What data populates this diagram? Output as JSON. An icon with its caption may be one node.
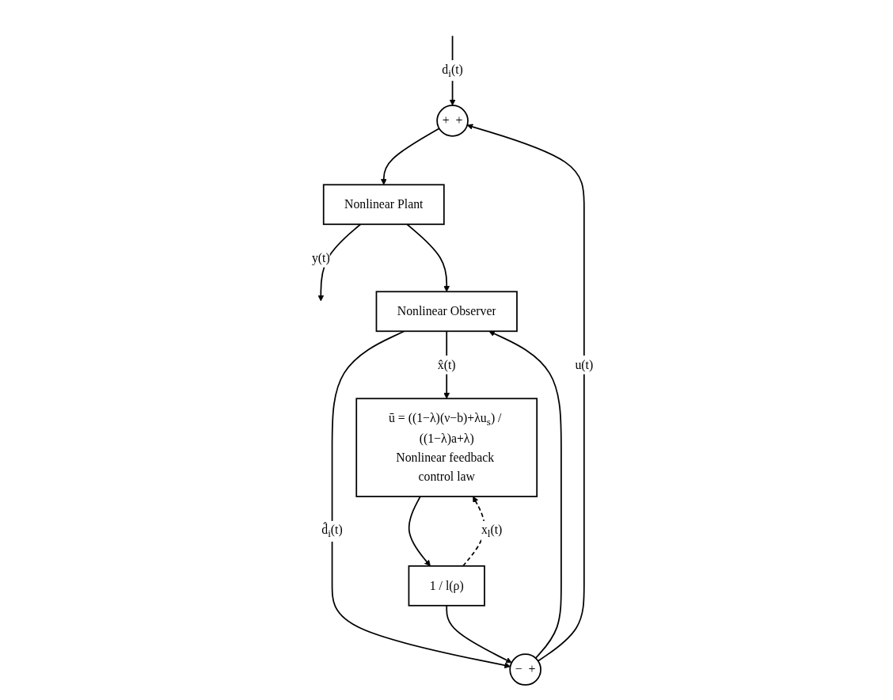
{
  "diagram": {
    "nodes": [
      {
        "text": [
          "+",
          "+"
        ]
      },
      {
        "text": [
          "Nonlinear Plant"
        ]
      },
      {
        "text": [
          "Nonlinear Observer"
        ]
      },
      {
        "text": [
          "−",
          "+"
        ]
      },
      {
        "text": [
          "1 / l(ρ)"
        ]
      },
      {
        "text": [
          "ū = ((1−λ)(ν−b)+λu$_{s}$) / ((1−λ)a+λ)",
          "Nonlinear feedback control law"
        ]
      }
    ],
    "edges": [
      {
        "from": null,
        "to": 0,
        "arrow": "to",
        "label": "d$_{i}$(t)"
      },
      {
        "from": 0,
        "to": 1,
        "arrow": "to"
      },
      {
        "from": 1,
        "to": null,
        "arrow": "to",
        "label": "y(t)"
      },
      {
        "from": 1,
        "to": 2,
        "arrow": "to"
      },
      {
        "from": 3,
        "to": 0,
        "arrow": "to",
        "label": "u(t)"
      },
      {
        "from": 3,
        "to": 2,
        "arrow": "to"
      },
      {
        "from": 2,
        "to": 3,
        "arrow": "to",
        "label": "d̂$_{i}$(t)"
      },
      {
        "from": 2,
        "to": 5,
        "arrow": "to",
        "label": "x̂(t)"
      },
      {
        "from": 4,
        "to": 5,
        "arrow": "to",
        "label": "x$_{l}$(t)",
        "style": "dashed"
      },
      {
        "from": 5,
        "to": 4,
        "arrow": "to"
      },
      {
        "from": 4,
        "to": 3,
        "arrow": "to"
      }
    ]
  }
}
